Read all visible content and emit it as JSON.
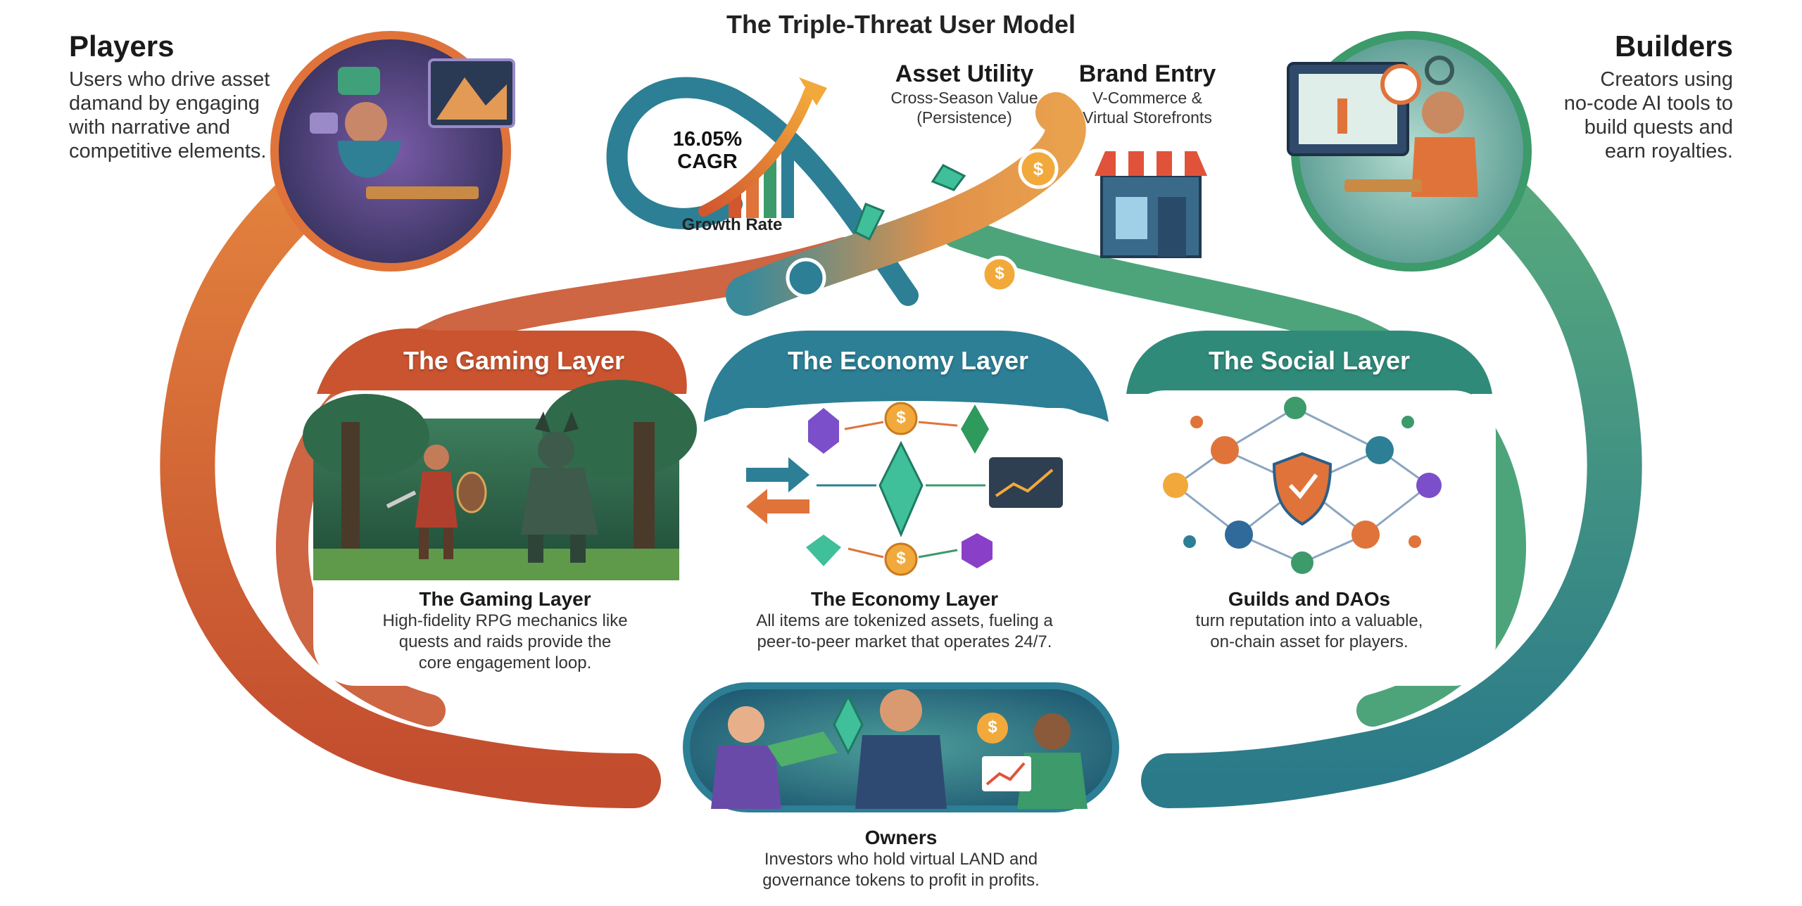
{
  "title": "The Triple-Threat User Model",
  "players": {
    "heading": "Players",
    "lines": [
      "Users who drive asset",
      "damand by engaging",
      "with narrative and",
      "competitive elements."
    ]
  },
  "builders": {
    "heading": "Builders",
    "lines": [
      "Creators using",
      "no-code AI tools to",
      "build quests and",
      "earn royalties."
    ]
  },
  "growth": {
    "value": "16.05%",
    "metric": "CAGR",
    "label": "Growth Rate"
  },
  "asset_utility": {
    "heading": "Asset Utility",
    "lines": [
      "Cross-Season Value",
      "(Persistence)"
    ]
  },
  "brand_entry": {
    "heading": "Brand Entry",
    "lines": [
      "V-Commerce &",
      "Virtual Storefronts"
    ]
  },
  "layers": [
    {
      "header": "The Gaming Layer",
      "caption_title": "The Gaming Layer",
      "caption_lines": [
        "High-fidelity RPG mechanics like",
        "quests and raids provide the",
        "core engagement loop."
      ],
      "color": "#d9653a"
    },
    {
      "header": "The Economy Layer",
      "caption_title": "The Economy Layer",
      "caption_lines": [
        "All items are tokenized assets, fueling a",
        "peer-to-peer market that operates 24/7."
      ],
      "color": "#2f7fa3"
    },
    {
      "header": "The Social Layer",
      "caption_title": "Guilds and DAOs",
      "caption_lines": [
        "turn reputation into a valuable,",
        "on-chain asset for players."
      ],
      "color": "#3f9a72"
    }
  ],
  "owners": {
    "heading": "Owners",
    "lines": [
      "Investors who hold virtual LAND and",
      "governance tokens to profit in profits."
    ]
  },
  "icons": {
    "dollar": "$",
    "cart": "🛒"
  },
  "colors": {
    "orange": "#e0733a",
    "red_orange": "#c9502f",
    "teal": "#2c7f95",
    "green": "#3c9a6b",
    "dark_green": "#2e7d5b",
    "gold": "#f2a93b",
    "gem": "#3fbf9a",
    "purple": "#7b4fc9"
  }
}
